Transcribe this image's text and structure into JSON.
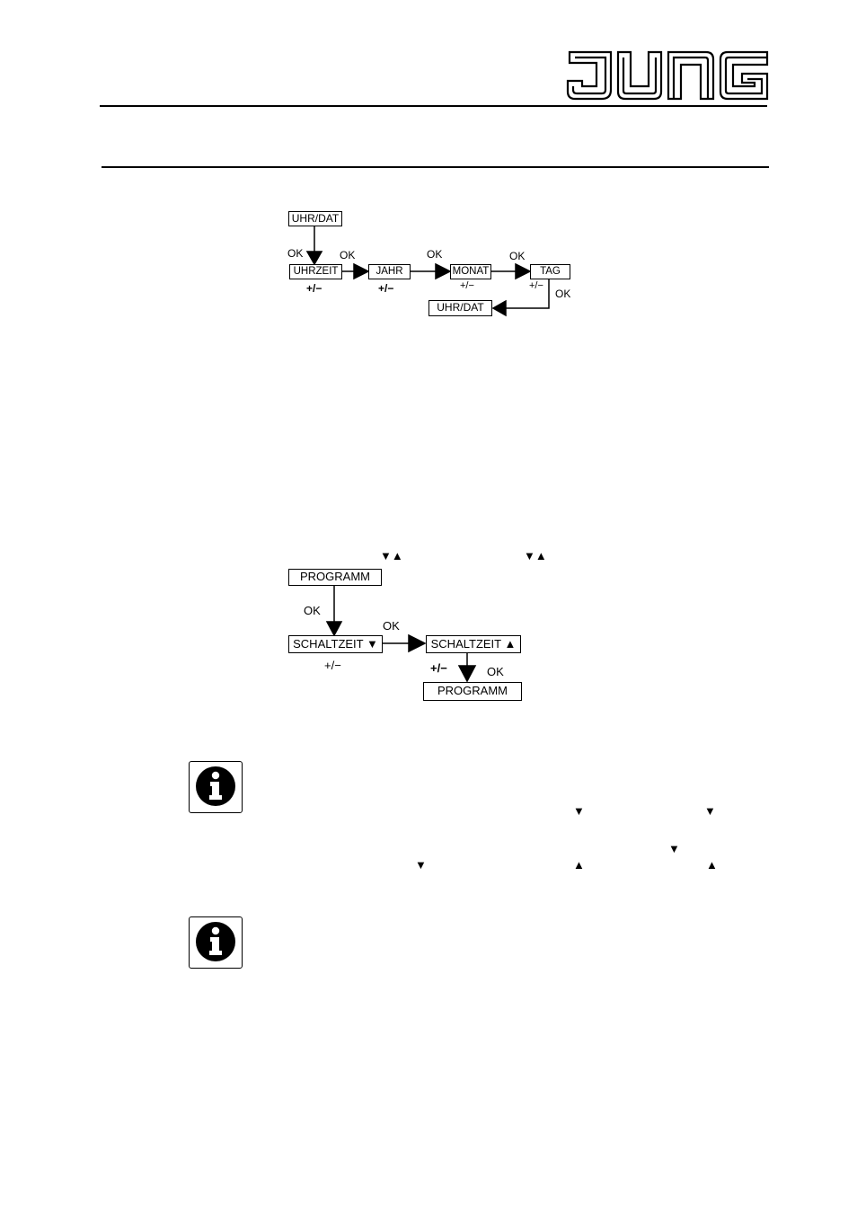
{
  "header": {
    "logo_text": "JUNG"
  },
  "diagram1": {
    "start": "UHR/DAT",
    "steps": [
      "UHRZEIT",
      "JAHR",
      "MONAT",
      "TAG"
    ],
    "end": "UHR/DAT",
    "ok": "OK",
    "adjust": "+/−"
  },
  "diagram2": {
    "legend_arrows": "▼▲",
    "start": "PROGRAMM",
    "step1": "SCHALTZEIT ▼",
    "step2": "SCHALTZEIT ▲",
    "end": "PROGRAMM",
    "ok": "OK",
    "adjust": "+/−"
  },
  "notes": {
    "down": "▼",
    "up": "▲",
    "icon": "info-icon"
  }
}
